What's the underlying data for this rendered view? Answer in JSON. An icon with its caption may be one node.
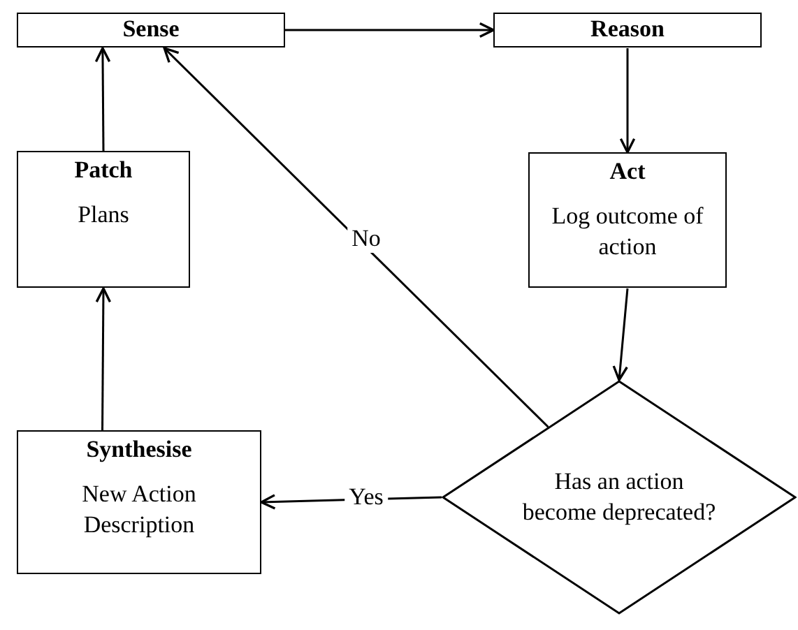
{
  "diagram": {
    "nodes": [
      {
        "text": [
          "Sense"
        ]
      },
      {
        "text": [
          "Reason"
        ]
      },
      {
        "text": [
          "Act",
          "Log outcome of action"
        ]
      },
      {
        "text": [
          "Patch",
          "Plans"
        ]
      },
      {
        "text": [
          "Synthesise",
          "New Action Description"
        ]
      },
      {
        "text": [
          "Has an action become deprecated?"
        ]
      }
    ],
    "edges": [
      {
        "from": 0,
        "to": 1,
        "arrow": "to"
      },
      {
        "from": 1,
        "to": 2,
        "arrow": "to"
      },
      {
        "from": 2,
        "to": 5,
        "arrow": "to"
      },
      {
        "from": 5,
        "to": 4,
        "arrow": "to",
        "label": "Yes"
      },
      {
        "from": 5,
        "to": 0,
        "arrow": "to",
        "label": "No"
      },
      {
        "from": 4,
        "to": 3,
        "arrow": "to"
      },
      {
        "from": 3,
        "to": 0,
        "arrow": "to"
      }
    ]
  }
}
